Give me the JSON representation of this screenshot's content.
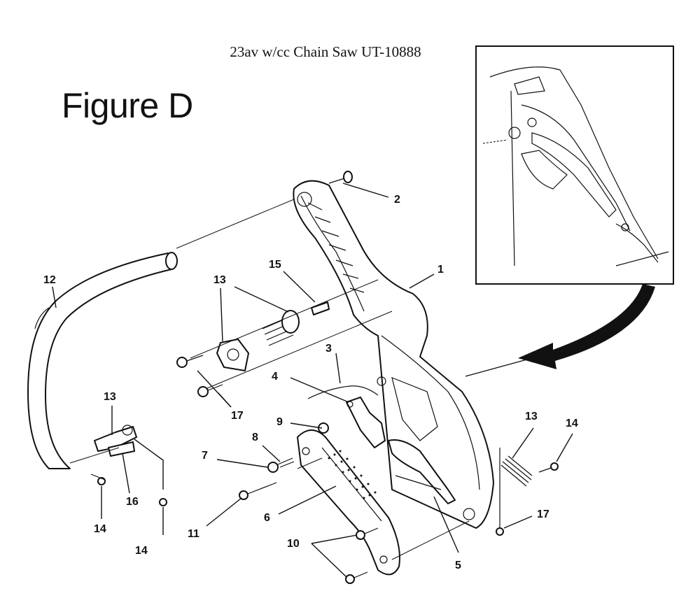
{
  "header": {
    "doc_title": "23av w/cc Chain Saw UT-10888",
    "figure_label": "Figure D"
  },
  "callouts": [
    {
      "id": "c2",
      "text": "2"
    },
    {
      "id": "c1",
      "text": "1"
    },
    {
      "id": "c15",
      "text": "15"
    },
    {
      "id": "c13a",
      "text": "13"
    },
    {
      "id": "c12",
      "text": "12"
    },
    {
      "id": "c3",
      "text": "3"
    },
    {
      "id": "c4",
      "text": "4"
    },
    {
      "id": "c17a",
      "text": "17"
    },
    {
      "id": "c13b",
      "text": "13"
    },
    {
      "id": "c9",
      "text": "9"
    },
    {
      "id": "c8",
      "text": "8"
    },
    {
      "id": "c7",
      "text": "7"
    },
    {
      "id": "c16",
      "text": "16"
    },
    {
      "id": "c14a",
      "text": "14"
    },
    {
      "id": "c14b",
      "text": "14"
    },
    {
      "id": "c11",
      "text": "11"
    },
    {
      "id": "c6",
      "text": "6"
    },
    {
      "id": "c13c",
      "text": "13"
    },
    {
      "id": "c14c",
      "text": "14"
    },
    {
      "id": "c17b",
      "text": "17"
    },
    {
      "id": "c10",
      "text": "10"
    },
    {
      "id": "c5",
      "text": "5"
    }
  ]
}
